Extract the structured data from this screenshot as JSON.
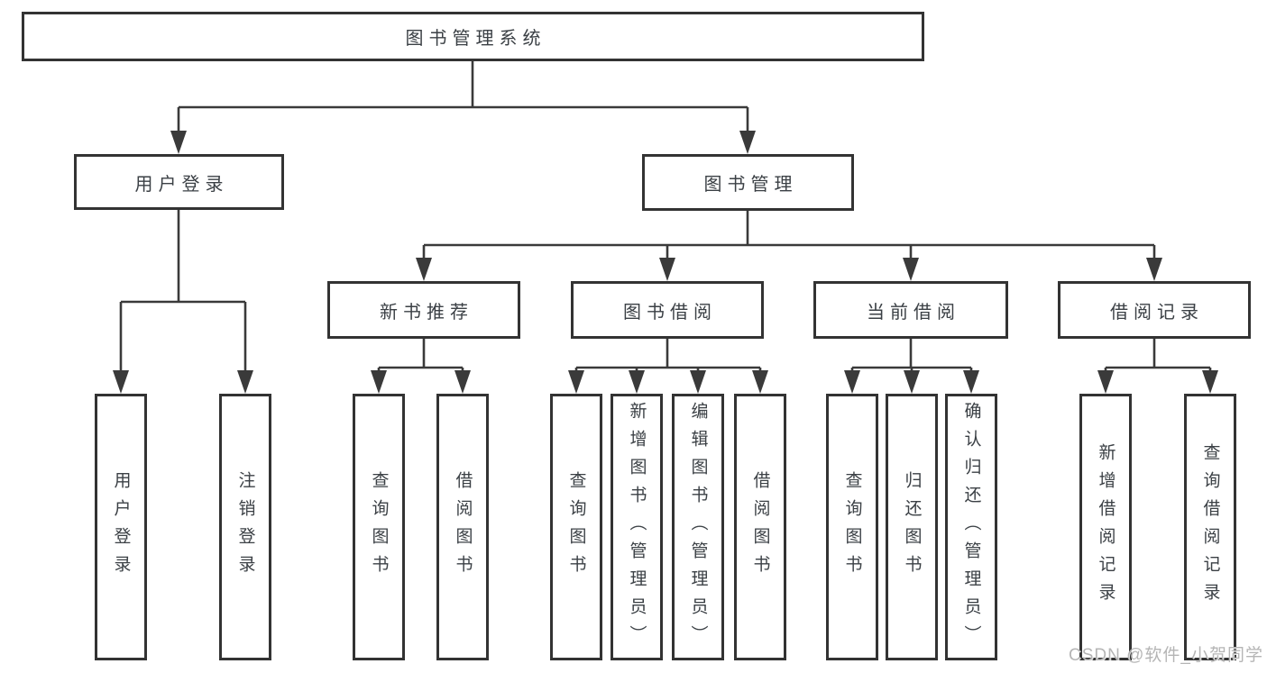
{
  "tree": {
    "root": {
      "label": "图书管理系统"
    },
    "branches": [
      {
        "label": "用户登录",
        "children": [
          {
            "label": "用户登录"
          },
          {
            "label": "注销登录"
          }
        ]
      },
      {
        "label": "图书管理",
        "children": [
          {
            "label": "新书推荐",
            "children": [
              {
                "label": "查询图书"
              },
              {
                "label": "借阅图书"
              }
            ]
          },
          {
            "label": "图书借阅",
            "children": [
              {
                "label": "查询图书"
              },
              {
                "label": "新增图书（管理员）"
              },
              {
                "label": "编辑图书（管理员）"
              },
              {
                "label": "借阅图书"
              }
            ]
          },
          {
            "label": "当前借阅",
            "children": [
              {
                "label": "查询图书"
              },
              {
                "label": "归还图书"
              },
              {
                "label": "确认归还（管理员）"
              }
            ]
          },
          {
            "label": "借阅记录",
            "children": [
              {
                "label": "新增借阅记录"
              },
              {
                "label": "查询借阅记录"
              }
            ]
          }
        ]
      }
    ]
  },
  "watermark": "CSDN @软件_小贺同学",
  "colors": {
    "line": "#3a3a3a",
    "box_border": "#333333",
    "text": "#3b4045",
    "watermark": "#b5b5b5",
    "background": "#ffffff"
  }
}
